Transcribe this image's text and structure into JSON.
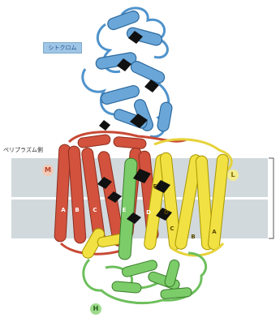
{
  "labels": {
    "cytochrome": "シトクロム",
    "periplasm": "ペリプラズム側",
    "subunit_m": "M",
    "subunit_l": "L",
    "subunit_h": "H"
  },
  "helix_letters": {
    "m_a": "A",
    "m_b": "B",
    "m_c": "C",
    "m_e": "E",
    "m_d": "D",
    "l_e": "E",
    "l_d": "D",
    "l_c": "C",
    "l_b": "B",
    "l_a": "A"
  },
  "colors": {
    "cytochrome": "#4f93cc",
    "subunit_m": "#d2523d",
    "subunit_l": "#f2e142",
    "subunit_h": "#7ccd6a",
    "membrane": "#c9d2d7",
    "cofactor": "#111111"
  }
}
